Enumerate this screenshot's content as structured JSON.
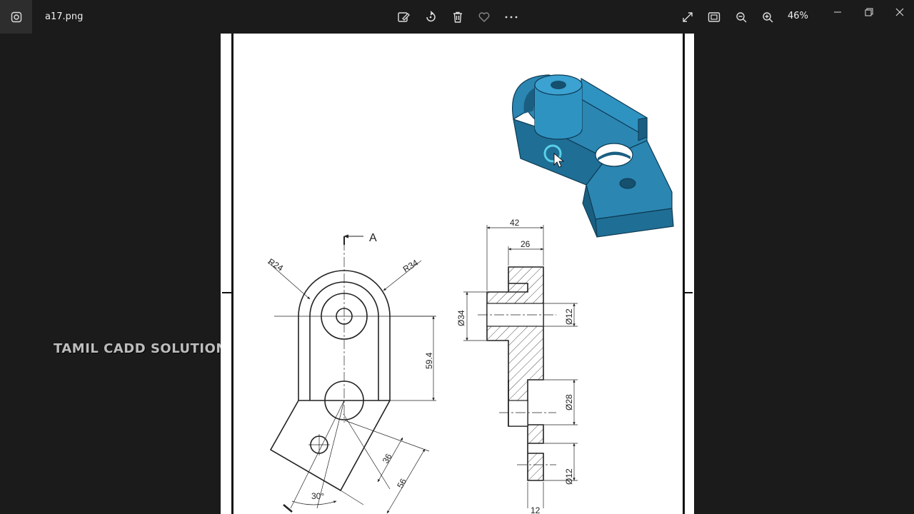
{
  "window": {
    "file_name": "a17.png",
    "zoom_level": "46%"
  },
  "toolbar": {
    "icons": [
      "edit-image-icon",
      "rotate-icon",
      "delete-icon",
      "favorite-icon",
      "more-icon"
    ],
    "right_icons": [
      "fullscreen-icon",
      "fit-window-icon",
      "zoom-out-icon",
      "zoom-in-icon"
    ]
  },
  "watermark": "TAMIL CADD SOLUTION",
  "drawing": {
    "section_label": "A",
    "front_view": {
      "radius_small": "R24",
      "radius_large": "R34",
      "height": "59.4",
      "dim_36": "36",
      "dim_56": "56",
      "angle": "30°"
    },
    "section_view": {
      "width_total": "42",
      "width_upper": "26",
      "dia_34": "Ø34",
      "dia_12_top": "Ø12",
      "dia_28": "Ø28",
      "dia_12_bottom": "Ø12",
      "thickness": "12"
    }
  },
  "colors": {
    "model_blue": "#2b86b2",
    "background": "#1b1b1b",
    "page": "#ffffff"
  }
}
